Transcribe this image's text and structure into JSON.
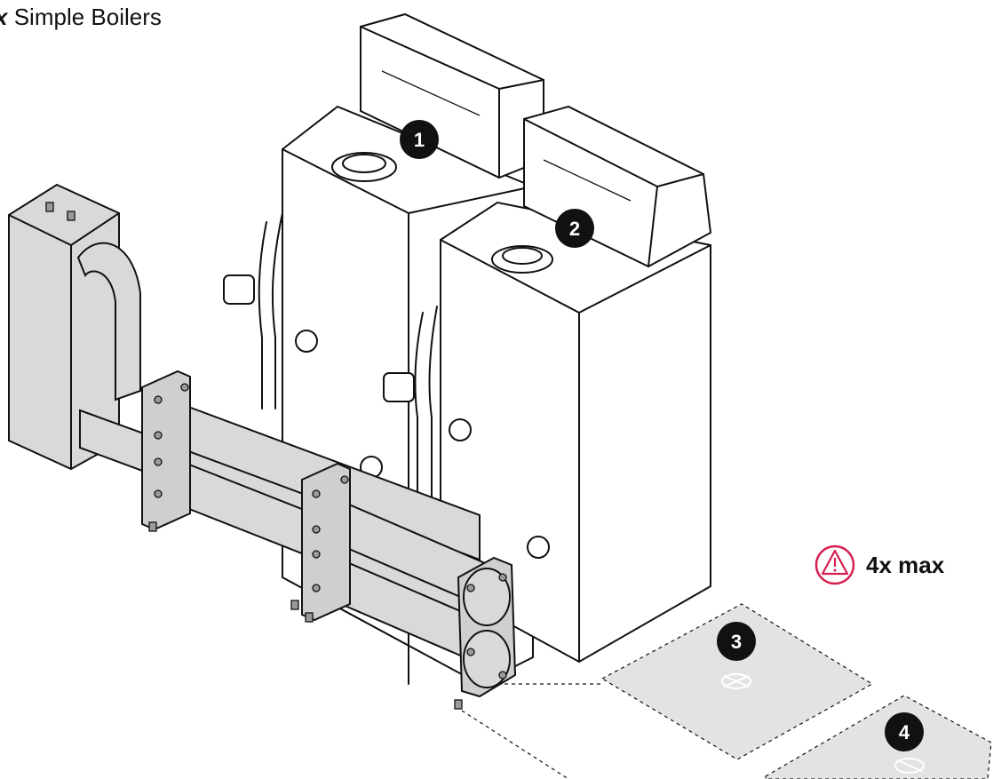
{
  "title": {
    "prefix": "x",
    "text": "Simple Boilers"
  },
  "warning": {
    "icon": "warning-triangle-icon",
    "text": "4x max",
    "color": "#d6204e"
  },
  "markers": [
    "1",
    "2",
    "3",
    "4"
  ],
  "colors": {
    "line": "#111111",
    "grey_fill": "#d9d9d9",
    "pad_fill": "#e3e3e3",
    "warning": "#d6204e"
  }
}
